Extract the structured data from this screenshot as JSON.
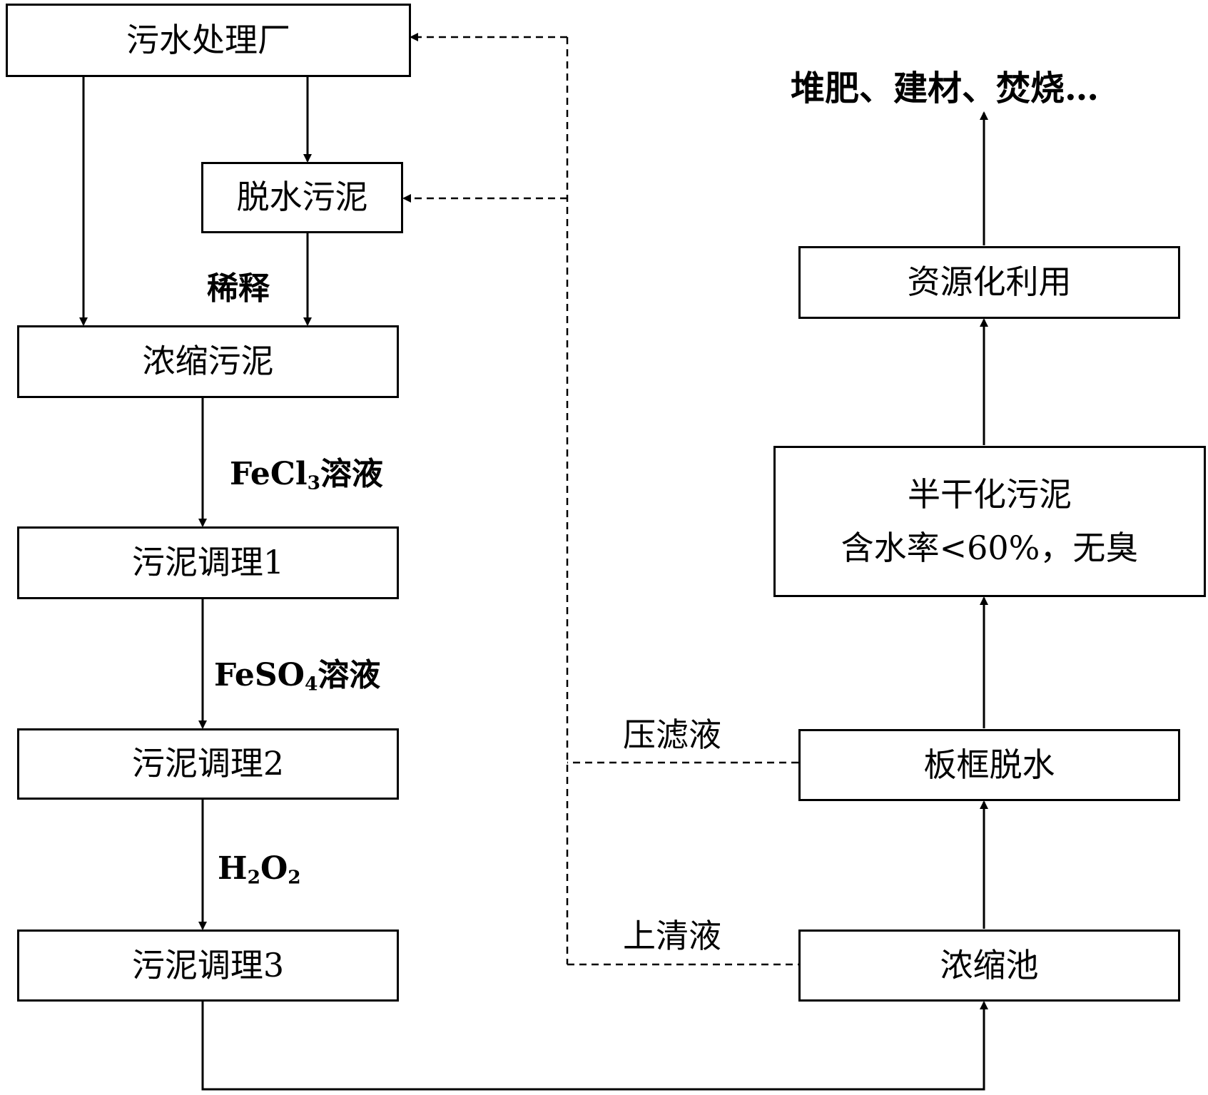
{
  "nodes": {
    "plant": "污水处理厂",
    "dewatered": "脱水污泥",
    "thickened": "浓缩污泥",
    "cond1": "污泥调理1",
    "cond2": "污泥调理2",
    "cond3": "污泥调理3",
    "tank": "浓缩池",
    "press": "板框脱水",
    "semidry_title": "半干化污泥",
    "semidry_note": "含水率<60%，无臭",
    "reuse": "资源化利用",
    "uses": "堆肥、建材、焚烧…"
  },
  "labels": {
    "dilute": "稀释",
    "fecl_prefix": "FeCl",
    "fecl_sub": "3",
    "fecl_suffix": "溶液",
    "feso_prefix": "FeSO",
    "feso_sub": "4",
    "feso_suffix": "溶液",
    "h2o2_a": "H",
    "h2o2_sub1": "2",
    "h2o2_b": "O",
    "h2o2_sub2": "2",
    "filtrate": "压滤液",
    "supernatant": "上清液"
  }
}
